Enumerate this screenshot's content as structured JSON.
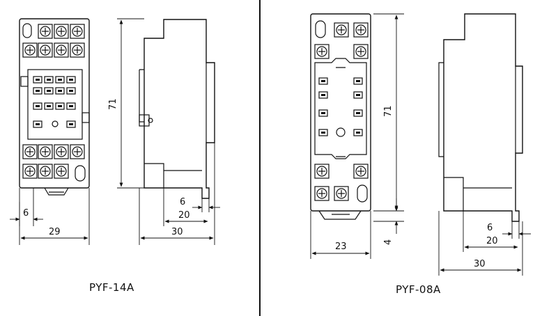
{
  "left_model": {
    "caption": "PYF-14A",
    "dim_height": "71",
    "dim_pin_offset": "6",
    "dim_width": "29",
    "dim_side_6": "6",
    "dim_side_20": "20",
    "dim_side_30": "30"
  },
  "right_model": {
    "caption": "PYF-08A",
    "dim_height": "71",
    "dim_width": "23",
    "dim_bottom": "4",
    "dim_side_6": "6",
    "dim_side_20": "20",
    "dim_side_30": "30"
  },
  "colors": {
    "ink": "#111111",
    "background": "#ffffff"
  }
}
